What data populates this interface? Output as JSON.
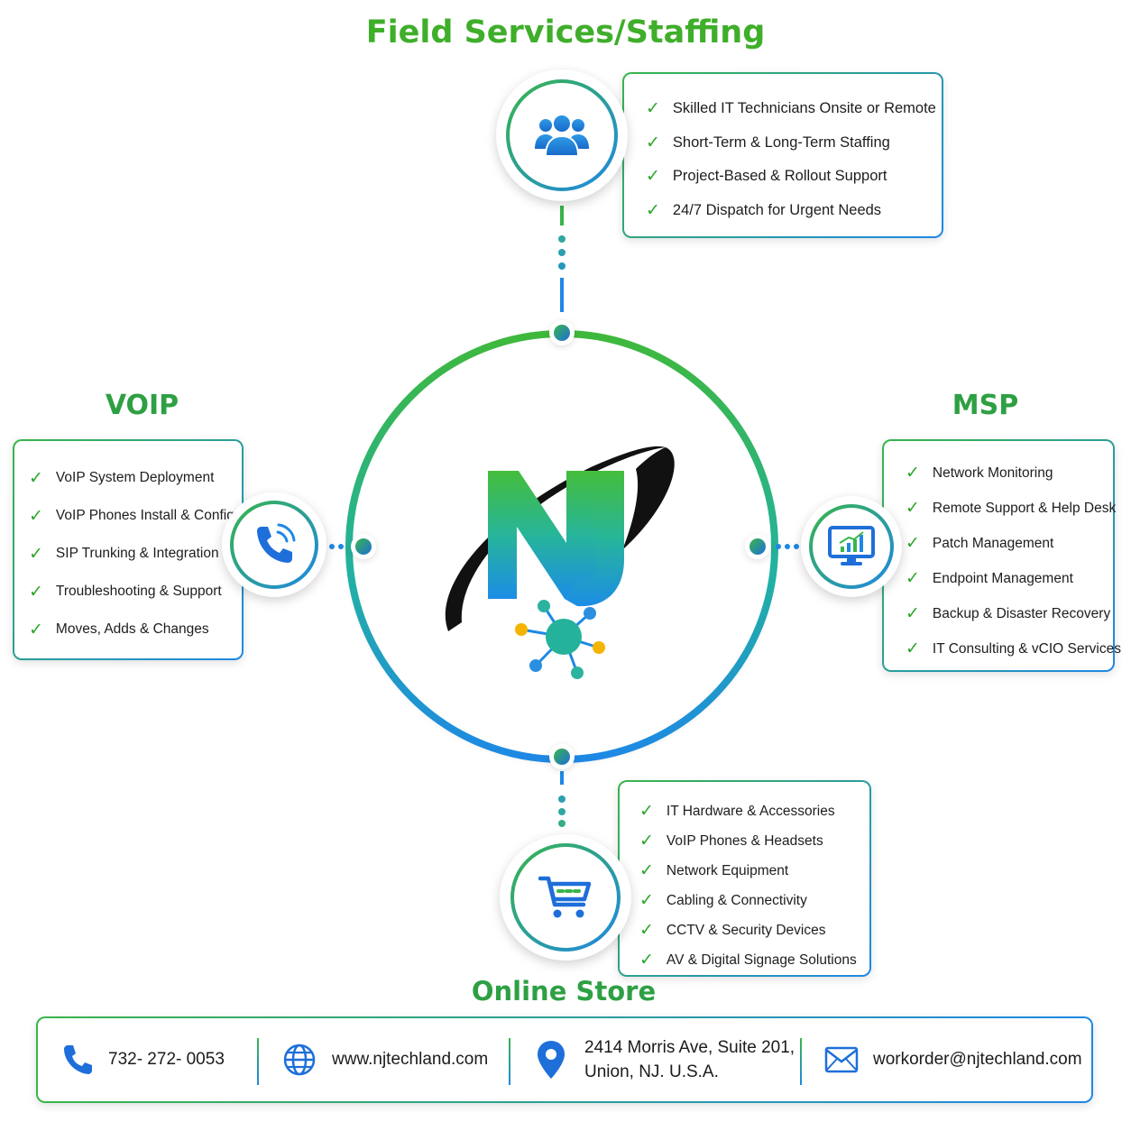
{
  "sections": {
    "field": {
      "title": "Field Services/Staffing",
      "icon": "people-group-icon",
      "items": [
        "Skilled IT Technicians Onsite or Remote",
        "Short-Term & Long-Term Staffing",
        "Project-Based & Rollout Support",
        "24/7 Dispatch for Urgent Needs"
      ]
    },
    "voip": {
      "title": "VOIP",
      "icon": "phone-icon",
      "items": [
        "VoIP System Deployment",
        "VoIP Phones Install & Config",
        "SIP Trunking & Integration",
        "Troubleshooting & Support",
        "Moves, Adds & Changes"
      ]
    },
    "msp": {
      "title": "MSP",
      "icon": "monitor-chart-icon",
      "items": [
        "Network Monitoring",
        "Remote Support & Help Desk",
        "Patch Management",
        "Endpoint Management",
        "Backup & Disaster Recovery",
        "IT Consulting & vCIO Services"
      ]
    },
    "store": {
      "title": "Online Store",
      "icon": "shopping-cart-icon",
      "items": [
        "IT Hardware & Accessories",
        "VoIP Phones & Headsets",
        "Network Equipment",
        "Cabling & Connectivity",
        "CCTV & Security Devices",
        "AV & Digital Signage Solutions"
      ]
    }
  },
  "footer": {
    "phone": "732- 272- 0053",
    "website": "www.njtechland.com",
    "address_line1": "2414 Morris Ave, Suite 201,",
    "address_line2": "Union, NJ. U.S.A.",
    "email": "workorder@njtechland.com"
  },
  "colors": {
    "green": "#39b54a",
    "blue": "#1e88e5",
    "check": "#2aa52a"
  }
}
